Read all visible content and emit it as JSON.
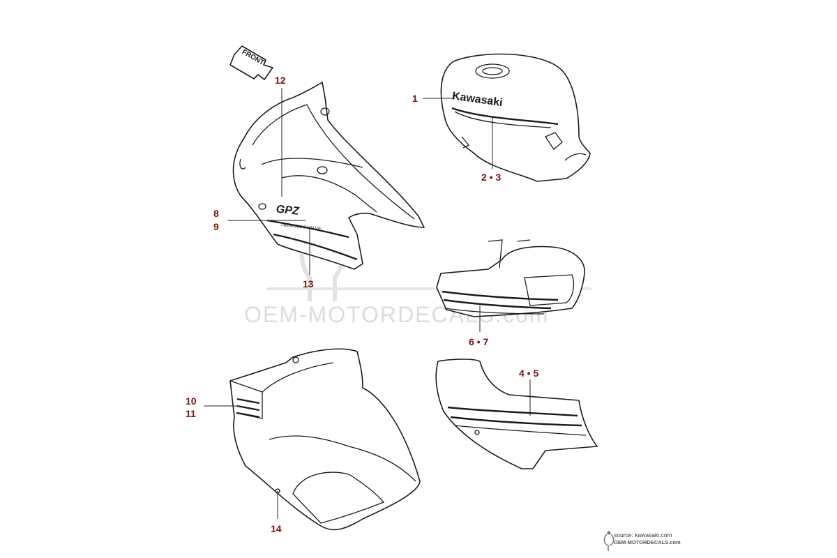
{
  "colors": {
    "callout": "#7a1010",
    "line": "#1a1a1a",
    "watermark": "#dcdcdc",
    "background": "#ffffff"
  },
  "front_arrow": {
    "label": "FRONT",
    "icon": "front-arrow-icon"
  },
  "watermark": {
    "text": "OEM-MOTORDECALS.com"
  },
  "decals": {
    "tank_brand": "Kawasaki",
    "fairing_model": "GPZ",
    "fairing_sub": "TWINCAM 8-VALVE"
  },
  "callouts": {
    "c1": "1",
    "c23": "2 • 3",
    "c45": "4 • 5",
    "c67": "6 • 7",
    "c8": "8",
    "c9": "9",
    "c10": "10",
    "c11": "11",
    "c12": "12",
    "c13": "13",
    "c14": "14"
  },
  "source": {
    "line1": "source: kawasaki.com",
    "line2": "OEM-MOTORDECALS.com",
    "logo_icon": "motorcycle-logo-icon"
  }
}
